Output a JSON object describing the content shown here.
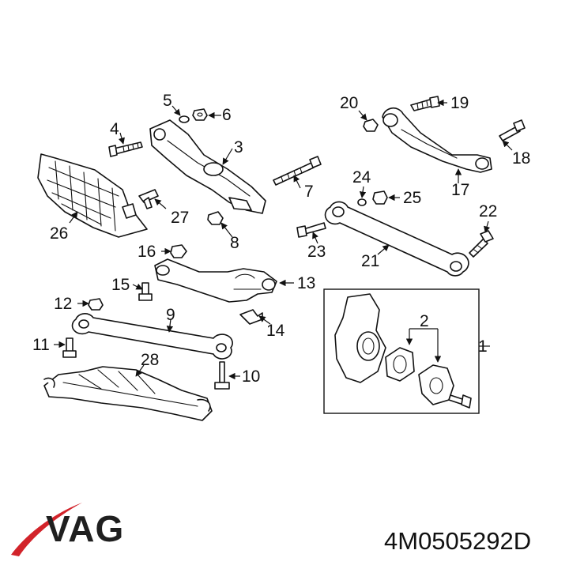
{
  "diagram": {
    "callouts": [
      "1",
      "2",
      "3",
      "4",
      "5",
      "6",
      "7",
      "8",
      "9",
      "10",
      "11",
      "12",
      "13",
      "14",
      "15",
      "16",
      "17",
      "18",
      "19",
      "20",
      "21",
      "22",
      "23",
      "24",
      "25",
      "26",
      "27",
      "28"
    ]
  },
  "footer": {
    "logo_text": "VAG",
    "part_number": "4M0505292D"
  },
  "colors": {
    "ink": "#111111",
    "logo_swoosh": "#d2232a",
    "logo_text": "#1f1f1f"
  }
}
